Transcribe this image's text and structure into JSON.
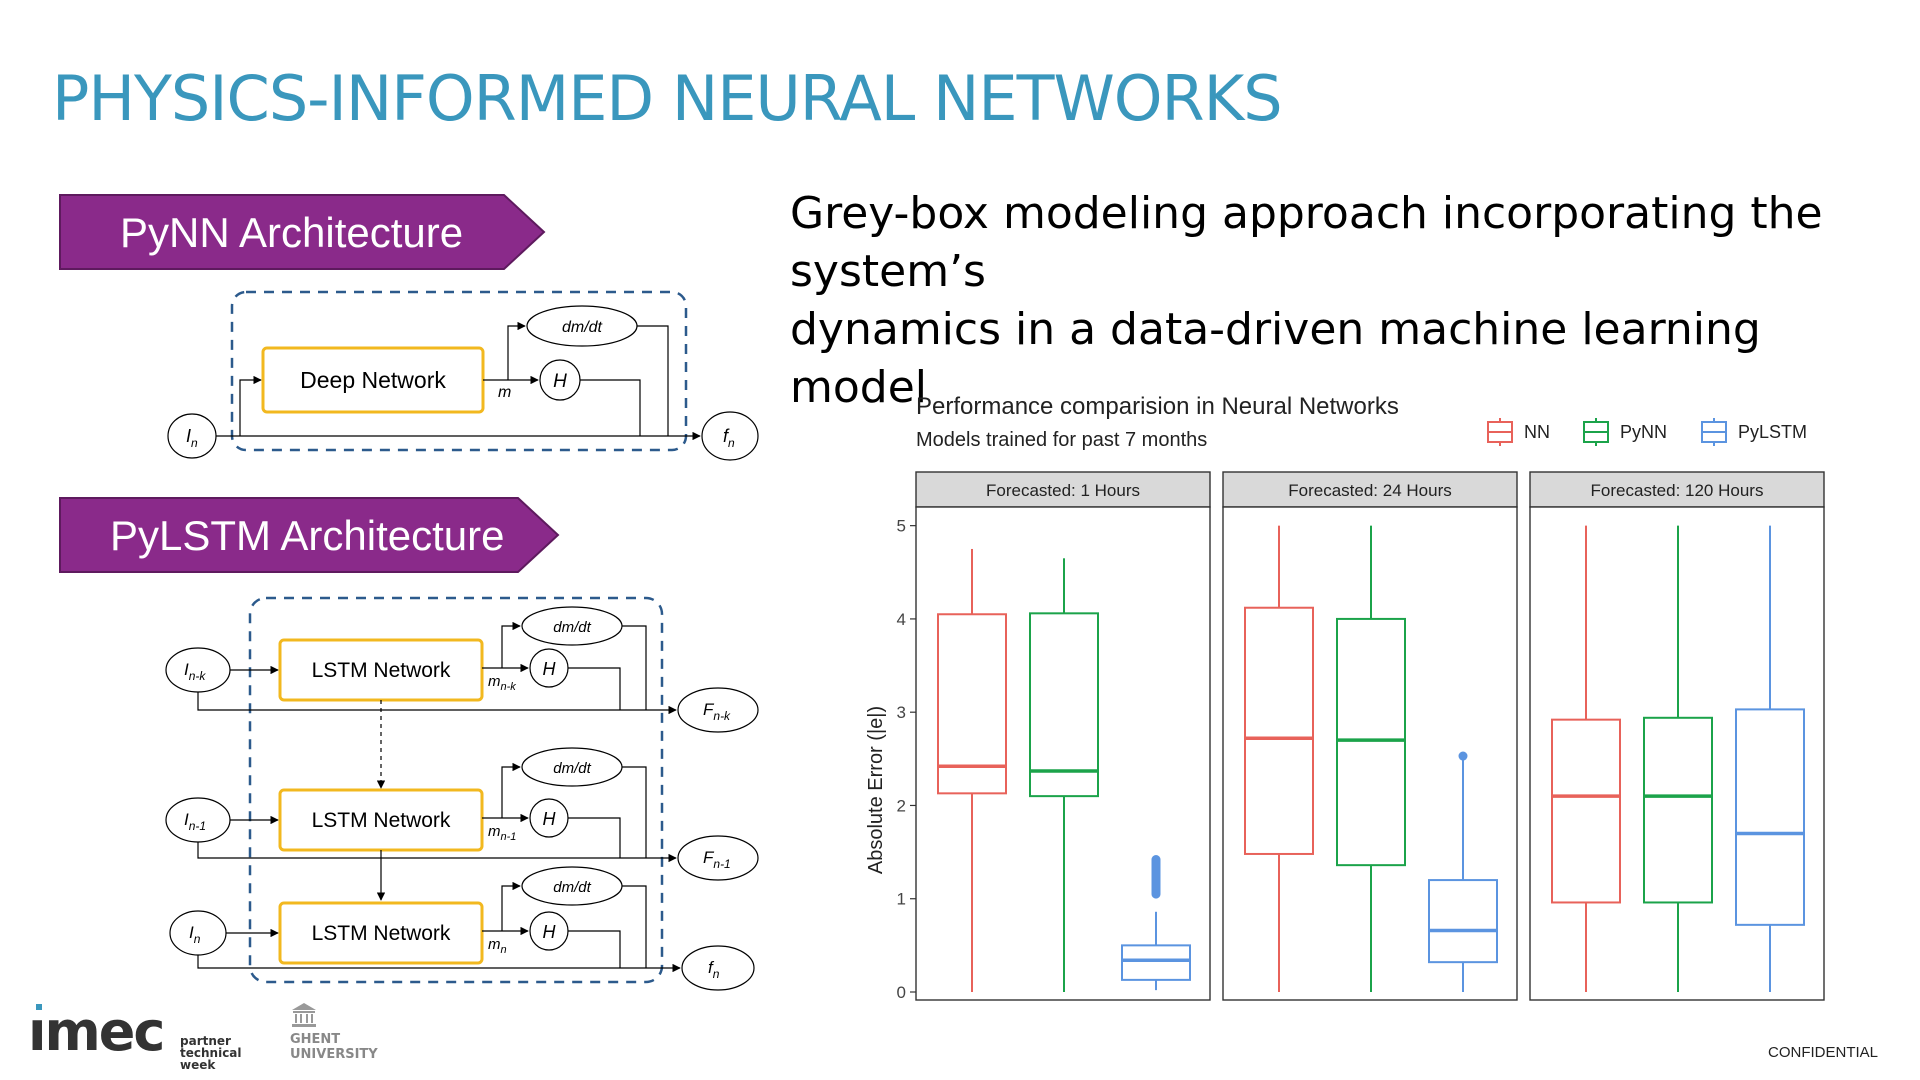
{
  "slide": {
    "title": "PHYSICS-INFORMED NEURAL NETWORKS",
    "subtitle_line1": "Grey-box modeling approach incorporating the system’s",
    "subtitle_line2": "dynamics in a data-driven machine learning model",
    "confidential": "CONFIDENTIAL"
  },
  "colors": {
    "title": "#3a97bd",
    "banner": "#8a2a8a",
    "network_box": "#f2b81f",
    "dashed": "#2c5a8c",
    "nn": "#e8625a",
    "pynn": "#1ba34a",
    "pylstm": "#5b94e0"
  },
  "pynn": {
    "banner": "PyNN Architecture",
    "network": "Deep Network",
    "input": "I",
    "input_sub": "n",
    "output": "f",
    "output_sub": "n",
    "dmdt": "dm/dt",
    "h": "H",
    "m": "m"
  },
  "pylstm": {
    "banner": "PyLSTM Architecture",
    "rows": [
      {
        "network": "LSTM Network",
        "input": "I",
        "input_sub": "n-k",
        "m": "m",
        "m_sub": "n-k",
        "output": "F",
        "output_sub": "n-k",
        "dmdt": "dm/dt",
        "h": "H"
      },
      {
        "network": "LSTM Network",
        "input": "I",
        "input_sub": "n-1",
        "m": "m",
        "m_sub": "n-1",
        "output": "F",
        "output_sub": "n-1",
        "dmdt": "dm/dt",
        "h": "H"
      },
      {
        "network": "LSTM Network",
        "input": "I",
        "input_sub": "n",
        "m": "m",
        "m_sub": "n",
        "output": "f",
        "output_sub": "n",
        "dmdt": "dm/dt",
        "h": "H"
      }
    ]
  },
  "chart_data": {
    "type": "boxplot",
    "title": "Performance comparision in Neural Networks",
    "subtitle": "Models trained for past 7 months",
    "ylabel": "Absolute Error (|e|)",
    "ylim": [
      0,
      5.2
    ],
    "yticks": [
      "0",
      "1",
      "2",
      "3",
      "4",
      "5"
    ],
    "legend_position": "top-right",
    "legend": [
      "NN",
      "PyNN",
      "PyLSTM"
    ],
    "panels": [
      {
        "label": "Forecasted: 1 Hours",
        "boxes": [
          {
            "series": "NN",
            "min": 0,
            "q1": 2.13,
            "median": 2.42,
            "q3": 4.05,
            "max": 4.75
          },
          {
            "series": "PyNN",
            "min": 0,
            "q1": 2.1,
            "median": 2.37,
            "q3": 4.06,
            "max": 4.65
          },
          {
            "series": "PyLSTM",
            "min": 0.02,
            "q1": 0.13,
            "median": 0.34,
            "q3": 0.5,
            "max": 0.86,
            "outlier_min": 1.05,
            "outlier_max": 1.42
          }
        ]
      },
      {
        "label": "Forecasted: 24 Hours",
        "boxes": [
          {
            "series": "NN",
            "min": 0,
            "q1": 1.48,
            "median": 2.72,
            "q3": 4.12,
            "max": 5.0
          },
          {
            "series": "PyNN",
            "min": 0,
            "q1": 1.36,
            "median": 2.7,
            "q3": 4.0,
            "max": 5.0
          },
          {
            "series": "PyLSTM",
            "min": 0,
            "q1": 0.32,
            "median": 0.66,
            "q3": 1.2,
            "max": 2.5,
            "outlier_min": 2.53,
            "outlier_max": 2.53
          }
        ]
      },
      {
        "label": "Forecasted: 120 Hours",
        "boxes": [
          {
            "series": "NN",
            "min": 0,
            "q1": 0.96,
            "median": 2.1,
            "q3": 2.92,
            "max": 5.0
          },
          {
            "series": "PyNN",
            "min": 0,
            "q1": 0.96,
            "median": 2.1,
            "q3": 2.94,
            "max": 5.0
          },
          {
            "series": "PyLSTM",
            "min": 0,
            "q1": 0.72,
            "median": 1.7,
            "q3": 3.03,
            "max": 5.0
          }
        ]
      }
    ]
  },
  "logos": {
    "imec": "ımec",
    "imec_sub1": "partner",
    "imec_sub2": "technical",
    "imec_sub3": "week",
    "ghent1": "GHENT",
    "ghent2": "UNIVERSITY"
  }
}
